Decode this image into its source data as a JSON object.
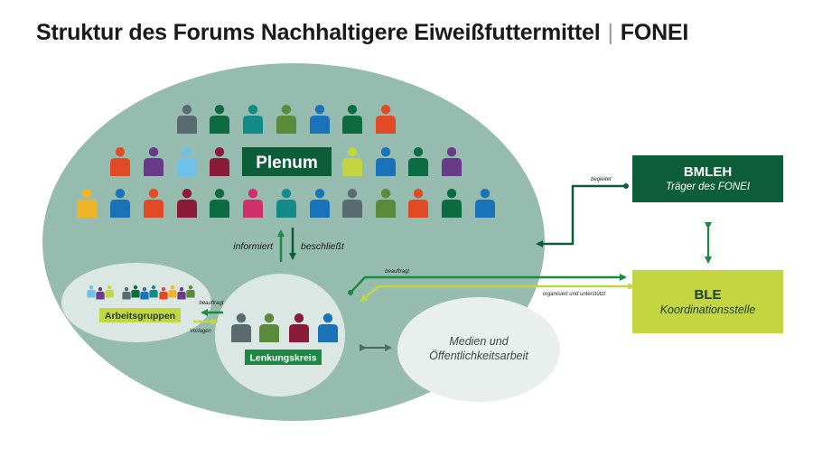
{
  "title": {
    "main": "Struktur des Forums Nachhaltigere Eiweißfuttermittel",
    "separator": "|",
    "acronym": "FONEI"
  },
  "plenum": {
    "label": "Plenum",
    "rows": [
      [
        "#5a6b70",
        "#0d6b42",
        "#138a8a",
        "#5a8a3a",
        "#1a73b8",
        "#0d6b42",
        "#e04a24"
      ],
      [
        "#e04a24",
        "#6a3a8a",
        "#6ec2e8",
        "#8a1c3a",
        "#c3d540",
        "#1a73b8",
        "#0d6b42",
        "#6a3a8a"
      ],
      [
        "#f0b429",
        "#1a73b8",
        "#e04a24",
        "#8a1c3a",
        "#0d6b42",
        "#d12f6a",
        "#138a8a",
        "#1a73b8",
        "#5a6b70",
        "#5a8a3a",
        "#e04a24",
        "#0d6b42",
        "#1a73b8"
      ]
    ]
  },
  "plenum_arrows": {
    "up_label": "informiert",
    "down_label": "beschließt"
  },
  "arbeitsgruppen": {
    "label": "Arbeitsgruppen",
    "people": [
      "#6ec2e8",
      "#6a3a8a",
      "#c3d540",
      "#5a6b70",
      "#0d6b42",
      "#1a73b8",
      "#138a8a",
      "#e04a24",
      "#f0b429",
      "#6a3a8a",
      "#5a8a3a"
    ]
  },
  "ag_arrows": {
    "top_label": "beauftragt",
    "bottom_label": "Vorlagen"
  },
  "lenkungskreis": {
    "label": "Lenkungskreis",
    "people": [
      "#5a6b70",
      "#5a8a3a",
      "#8a1c3a",
      "#1a73b8"
    ]
  },
  "medien": {
    "line1": "Medien und",
    "line2": "Öffentlichkeitsarbeit"
  },
  "bmleh": {
    "title": "BMLEH",
    "subtitle": "Träger des FONEI"
  },
  "ble": {
    "title": "BLE",
    "subtitle": "Koordinationsstelle"
  },
  "connectors": {
    "begleitet": "begleitet",
    "beauftragt": "beauftragt",
    "organisiert": "organisiert und unterstützt"
  },
  "colors": {
    "big_ellipse": "#95bcae",
    "inner_ellipse": "#dbe7e2",
    "dark_green": "#0d5c3a",
    "mid_green": "#1a8a42",
    "lime": "#c3d540",
    "medien_ellipse": "#e8efec"
  }
}
